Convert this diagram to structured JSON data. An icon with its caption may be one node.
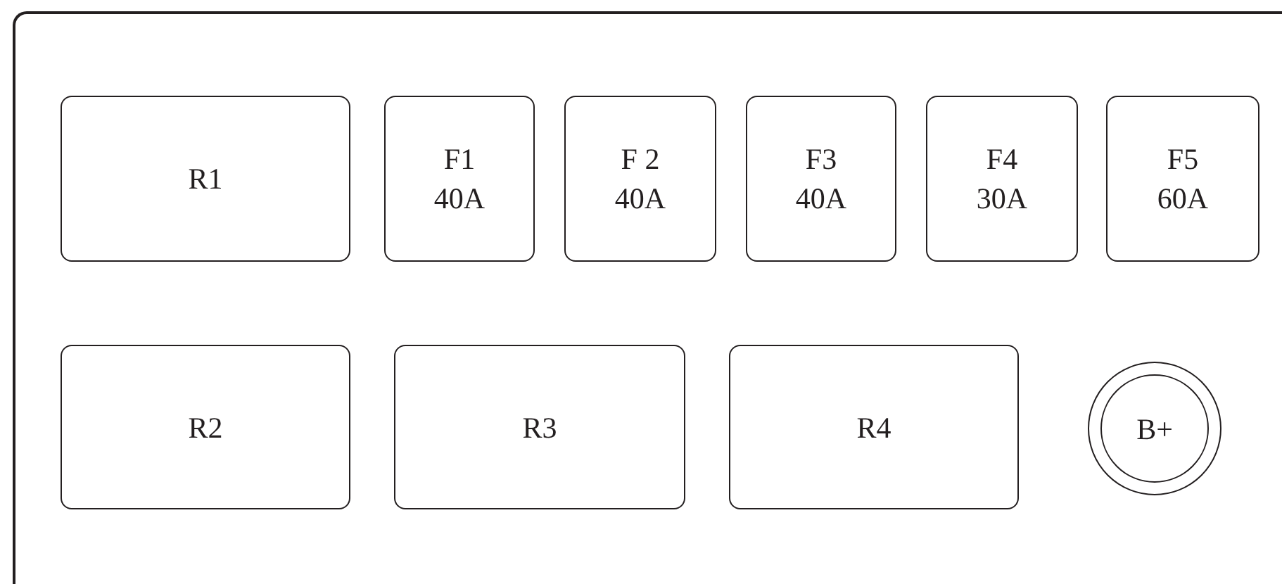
{
  "diagram": {
    "nodes": [
      {
        "text": [],
        "shape": "box"
      },
      {
        "text": [
          "R1"
        ],
        "in": 0
      },
      {
        "text": [
          "F1",
          "40A"
        ],
        "in": 0
      },
      {
        "text": [
          "F 2",
          "40A"
        ],
        "in": 0
      },
      {
        "text": [
          "F3",
          "40A"
        ],
        "in": 0
      },
      {
        "text": [
          "F4",
          "30A"
        ],
        "in": 0
      },
      {
        "text": [
          "F5",
          "60A"
        ],
        "in": 0
      },
      {
        "text": [
          "R2"
        ],
        "in": 0
      },
      {
        "text": [
          "R3"
        ],
        "in": 0
      },
      {
        "text": [
          "R4"
        ],
        "in": 0
      },
      {
        "text": [
          "B+"
        ],
        "in": 0
      }
    ]
  }
}
